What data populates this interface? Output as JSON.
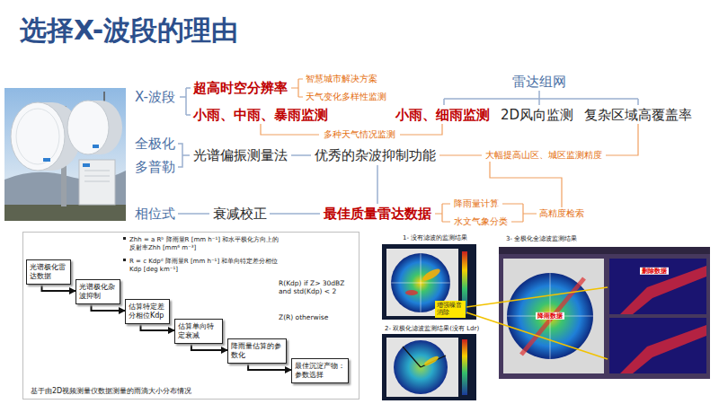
{
  "diagram": {
    "title": "选择X-波段的理由",
    "nodes": [
      {
        "text": [
          "Zhh = a Rᵇ 降雨量R [mm h⁻¹] 和水平极化方向上的反射率Zhh [mm⁶ m⁻³]",
          "R = c Kdpᵈ 降雨量R [mm h⁻¹] 和单向特定差分相位Kdp [deg km⁻¹]",
          "R(Kdp) if Z> 30dBZ and std(Kdp) < 2",
          "Z(R) otherwise",
          "基于由2D视频测量仪数据测量的雨滴大小分布情况"
        ]
      },
      {
        "text": [
          "光谱极化雷达数据"
        ],
        "in": 0
      },
      {
        "text": [
          "光谱极化杂波抑制"
        ],
        "in": 0
      },
      {
        "text": [
          "估算特定差分相位Kdp"
        ],
        "in": 0
      },
      {
        "text": [
          "估算单向特定衰减"
        ],
        "in": 0
      },
      {
        "text": [
          "降雨量估算的参数化"
        ],
        "in": 0
      },
      {
        "text": [
          "最佳沉淀产物：参数选择"
        ],
        "in": 0
      },
      {
        "text": [
          "增强噪音消除"
        ]
      }
    ],
    "edges": [
      {
        "from": 1,
        "to": 2,
        "arrow": "to"
      },
      {
        "from": 2,
        "to": 3,
        "arrow": "to"
      },
      {
        "from": 3,
        "to": 4,
        "arrow": "to"
      },
      {
        "from": 4,
        "to": 5,
        "arrow": "to"
      },
      {
        "from": 5,
        "to": 6,
        "arrow": "to"
      }
    ],
    "labels": [
      "X-波段",
      "超高时空分辨率",
      "智慧城市解决方案",
      "天气变化多样性监测",
      "雷达组网",
      "小雨、中雨、暴雨监测",
      "小雨、细雨监测",
      "2D风向监测",
      "复杂区域高覆盖率",
      "多种天气情况监测",
      "全极化",
      "多普勒",
      "光谱偏振测量法",
      "优秀的杂波抑制功能",
      "大幅提高山区、城区监测精度",
      "相位式",
      "衰减校正",
      "最佳质量雷达数据",
      "降雨量计算",
      "水文气象分类",
      "高精度检索",
      "1- 没有滤波的监测结果",
      "2- 双极化滤波监测结果(没有 Ldr)",
      "3- 全极化全滤波监测结果",
      "删除数据",
      "降雨数据"
    ]
  }
}
